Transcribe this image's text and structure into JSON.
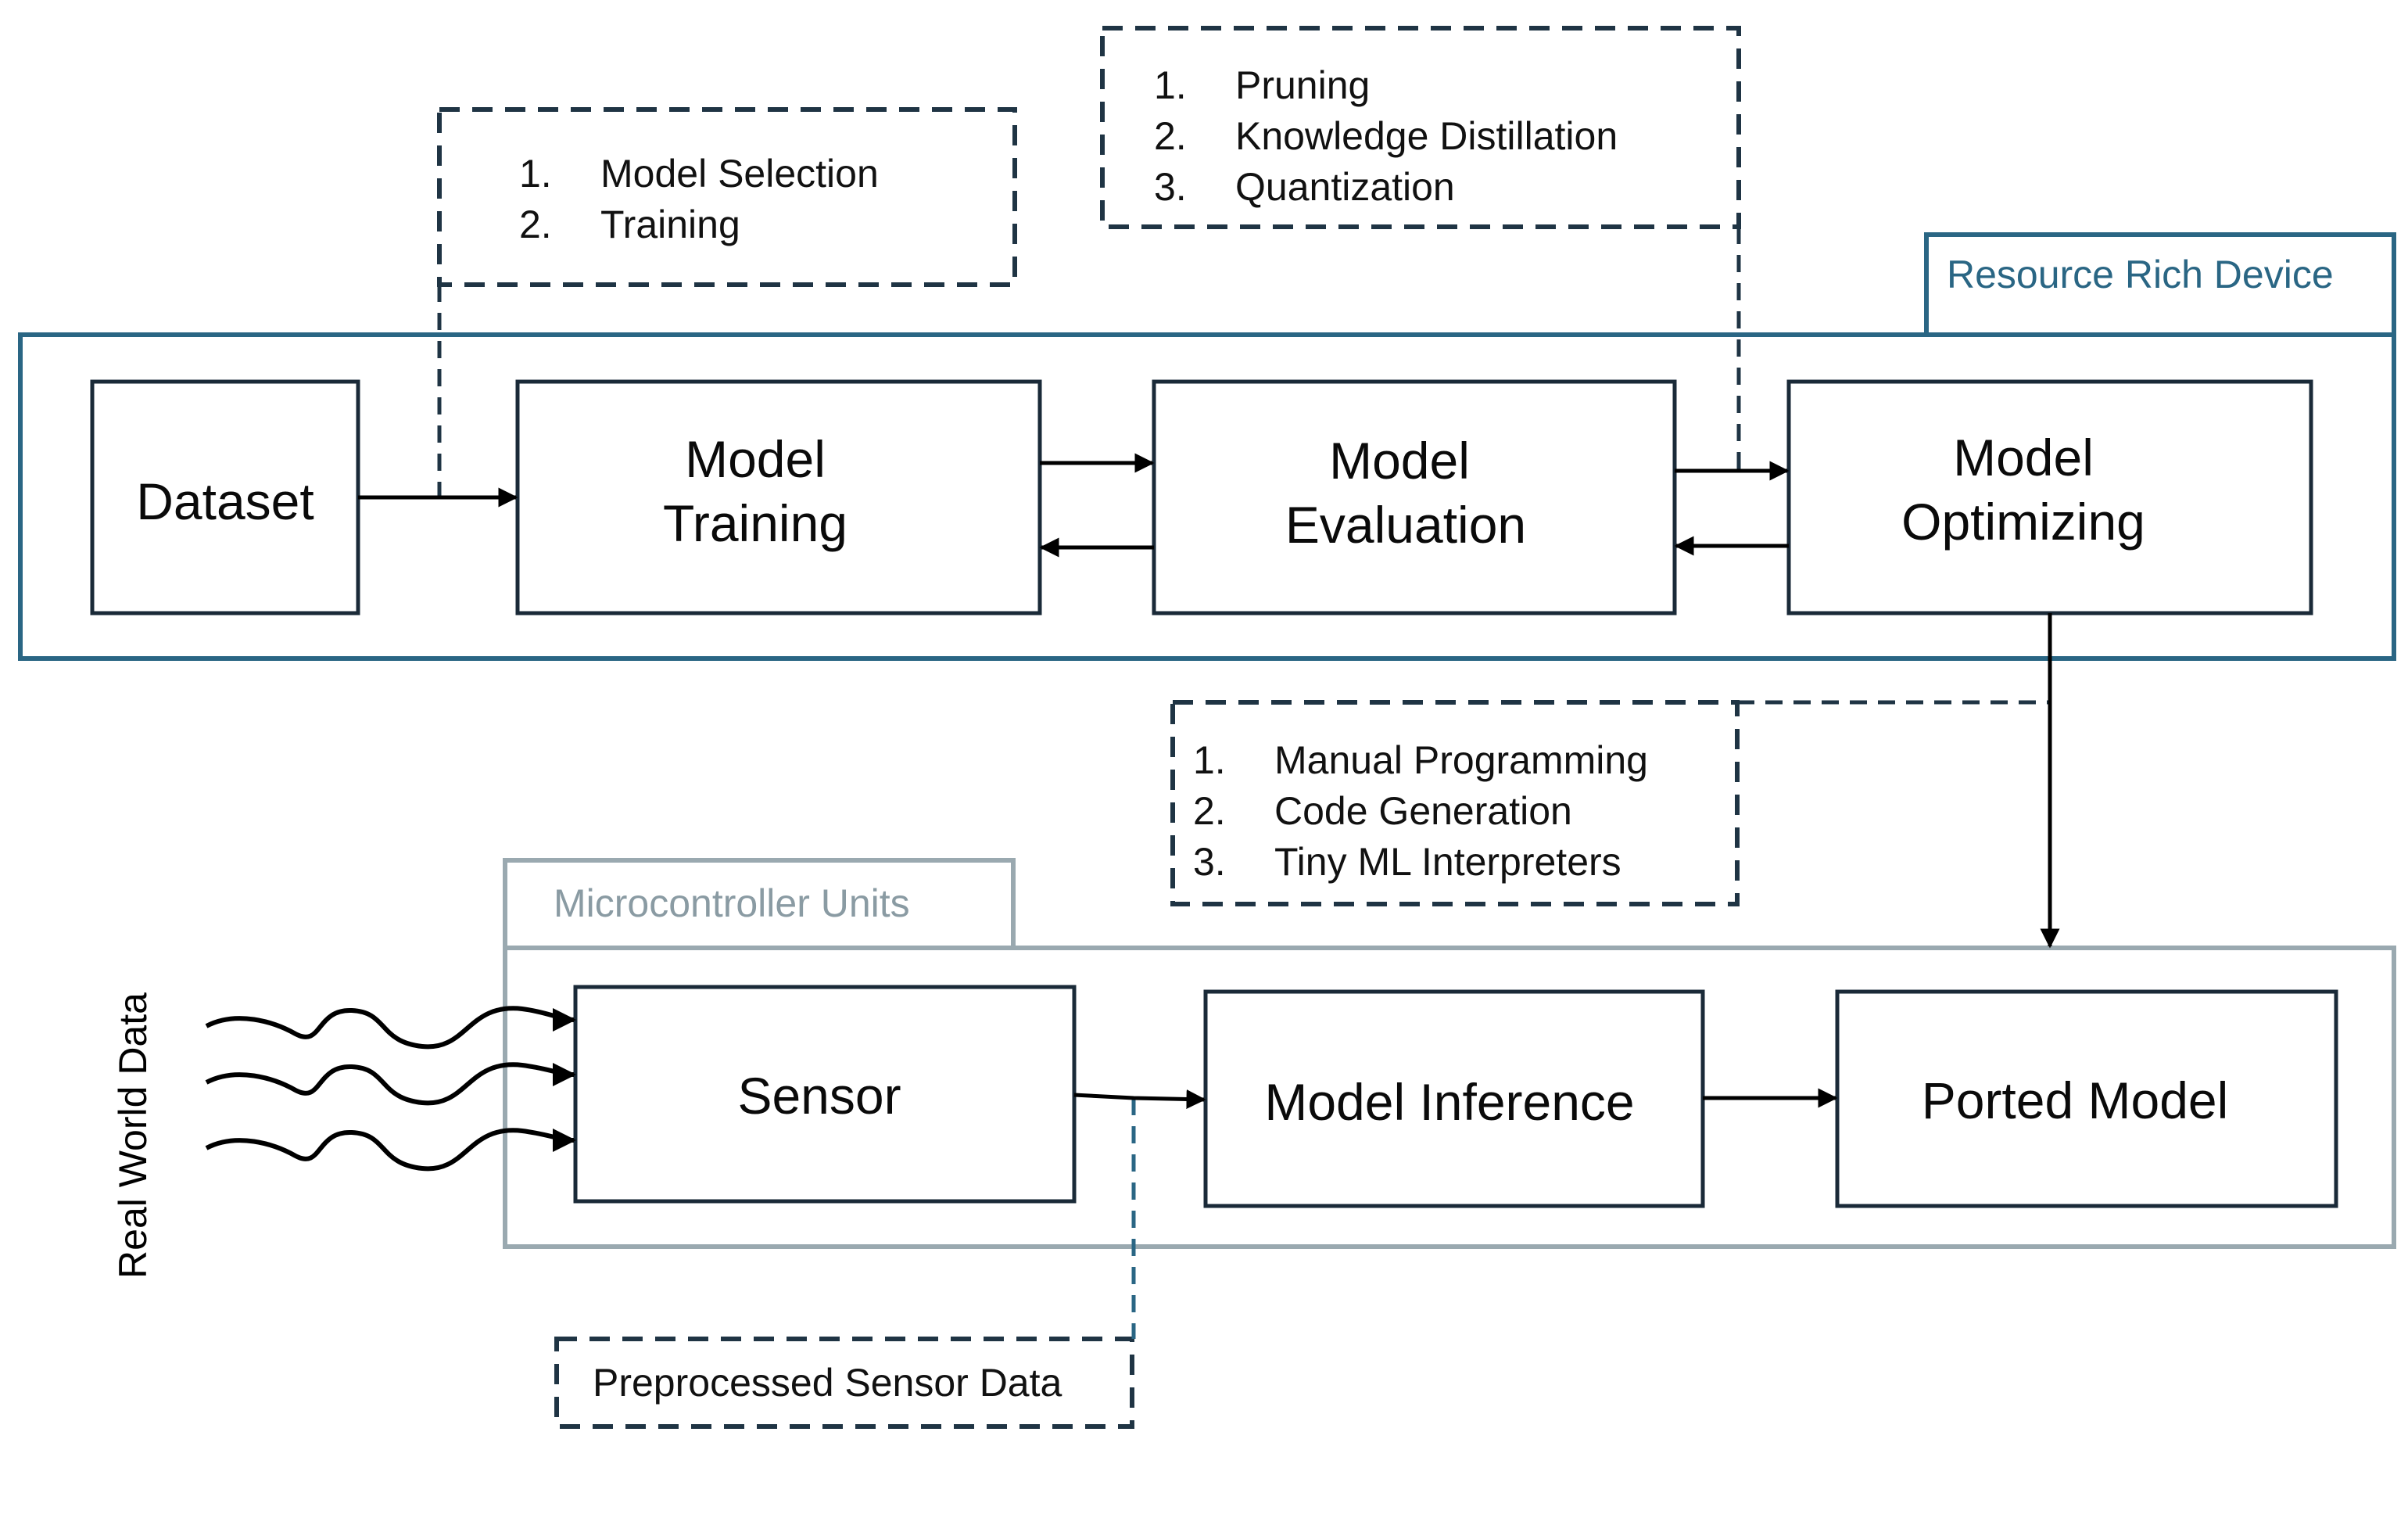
{
  "colors": {
    "resource_frame": "#2a6684",
    "mcu_frame": "#9aa9b0",
    "block_border": "#1a2a38",
    "note_border": "#1f3444",
    "arrow": "#000000",
    "mcu_title": "#8a9ba3",
    "resource_title": "#2a6684",
    "dashed_link_blue": "#2a6684"
  },
  "regions": {
    "resource_rich": {
      "title": "Resource Rich Device"
    },
    "mcu": {
      "title": "Microcontroller Units"
    }
  },
  "blocks": {
    "dataset": {
      "lines": [
        "Dataset"
      ]
    },
    "model_training": {
      "lines": [
        "Model",
        "Training"
      ]
    },
    "model_evaluation": {
      "lines": [
        "Model",
        "Evaluation"
      ]
    },
    "model_optimizing": {
      "lines": [
        "Model",
        "Optimizing"
      ]
    },
    "sensor": {
      "lines": [
        "Sensor"
      ]
    },
    "model_inference": {
      "lines": [
        "Model Inference"
      ]
    },
    "ported_model": {
      "lines": [
        "Ported Model"
      ]
    }
  },
  "notes": {
    "training_steps": [
      {
        "num": "1.",
        "text": "Model Selection"
      },
      {
        "num": "2.",
        "text": "Training"
      }
    ],
    "optimization_steps": [
      {
        "num": "1.",
        "text": "Pruning"
      },
      {
        "num": "2.",
        "text": "Knowledge Distillation"
      },
      {
        "num": "3.",
        "text": "Quantization"
      }
    ],
    "porting_steps": [
      {
        "num": "1.",
        "text": "Manual Programming"
      },
      {
        "num": "2.",
        "text": "Code Generation"
      },
      {
        "num": "3.",
        "text": "Tiny ML Interpreters"
      }
    ],
    "sensor_data": {
      "text": "Preprocessed Sensor Data"
    }
  },
  "side_label": {
    "text": "Real World Data"
  }
}
